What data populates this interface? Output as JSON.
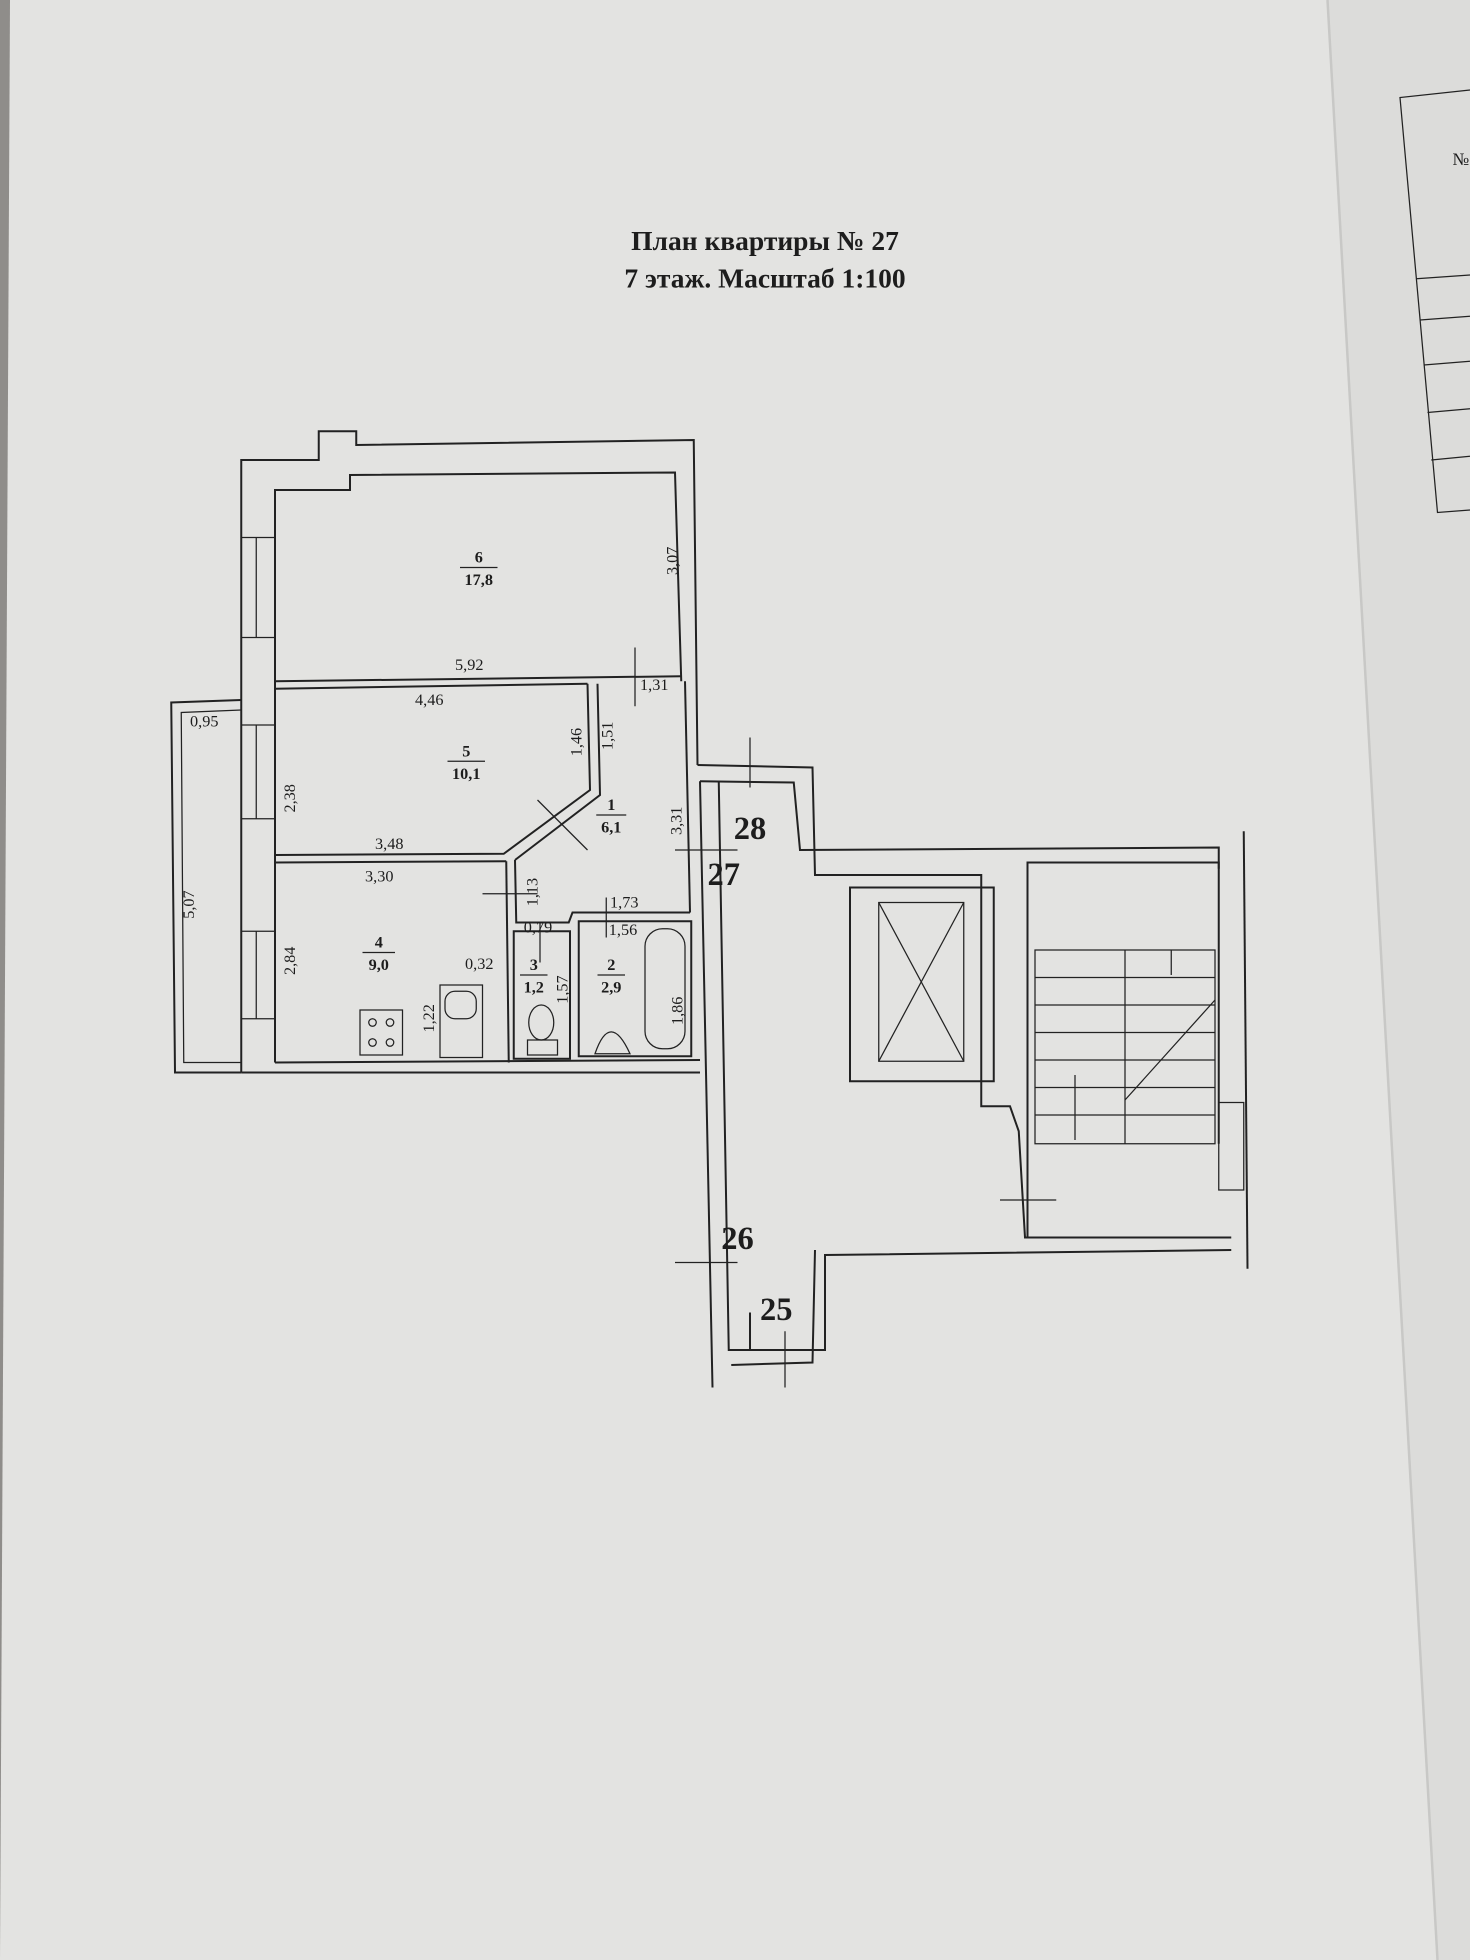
{
  "title": {
    "line1": "План квартиры № 27",
    "line2": "7 этаж. Масштаб 1:100"
  },
  "rooms": [
    {
      "number": "6",
      "area": "17,8"
    },
    {
      "number": "5",
      "area": "10,1"
    },
    {
      "number": "1",
      "area": "6,1"
    },
    {
      "number": "4",
      "area": "9,0"
    },
    {
      "number": "3",
      "area": "1,2"
    },
    {
      "number": "2",
      "area": "2,9"
    }
  ],
  "dimensions": {
    "d307": "3,07",
    "d592": "5,92",
    "d131": "1,31",
    "d446": "4,46",
    "d146": "1,46",
    "d151": "1,51",
    "d238": "2,38",
    "d331": "3,31",
    "d348": "3,48",
    "d330": "3,30",
    "d113": "1,13",
    "d173": "1,73",
    "d079": "0,79",
    "d156": "1,56",
    "d284": "2,84",
    "d032": "0,32",
    "d157": "1,57",
    "d186": "1,86",
    "d122": "1,22",
    "d095": "0,95",
    "d507": "5,07"
  },
  "apartments": {
    "a28": "28",
    "a27": "27",
    "a26": "26",
    "a25": "25"
  },
  "side_table": {
    "header": "№"
  }
}
